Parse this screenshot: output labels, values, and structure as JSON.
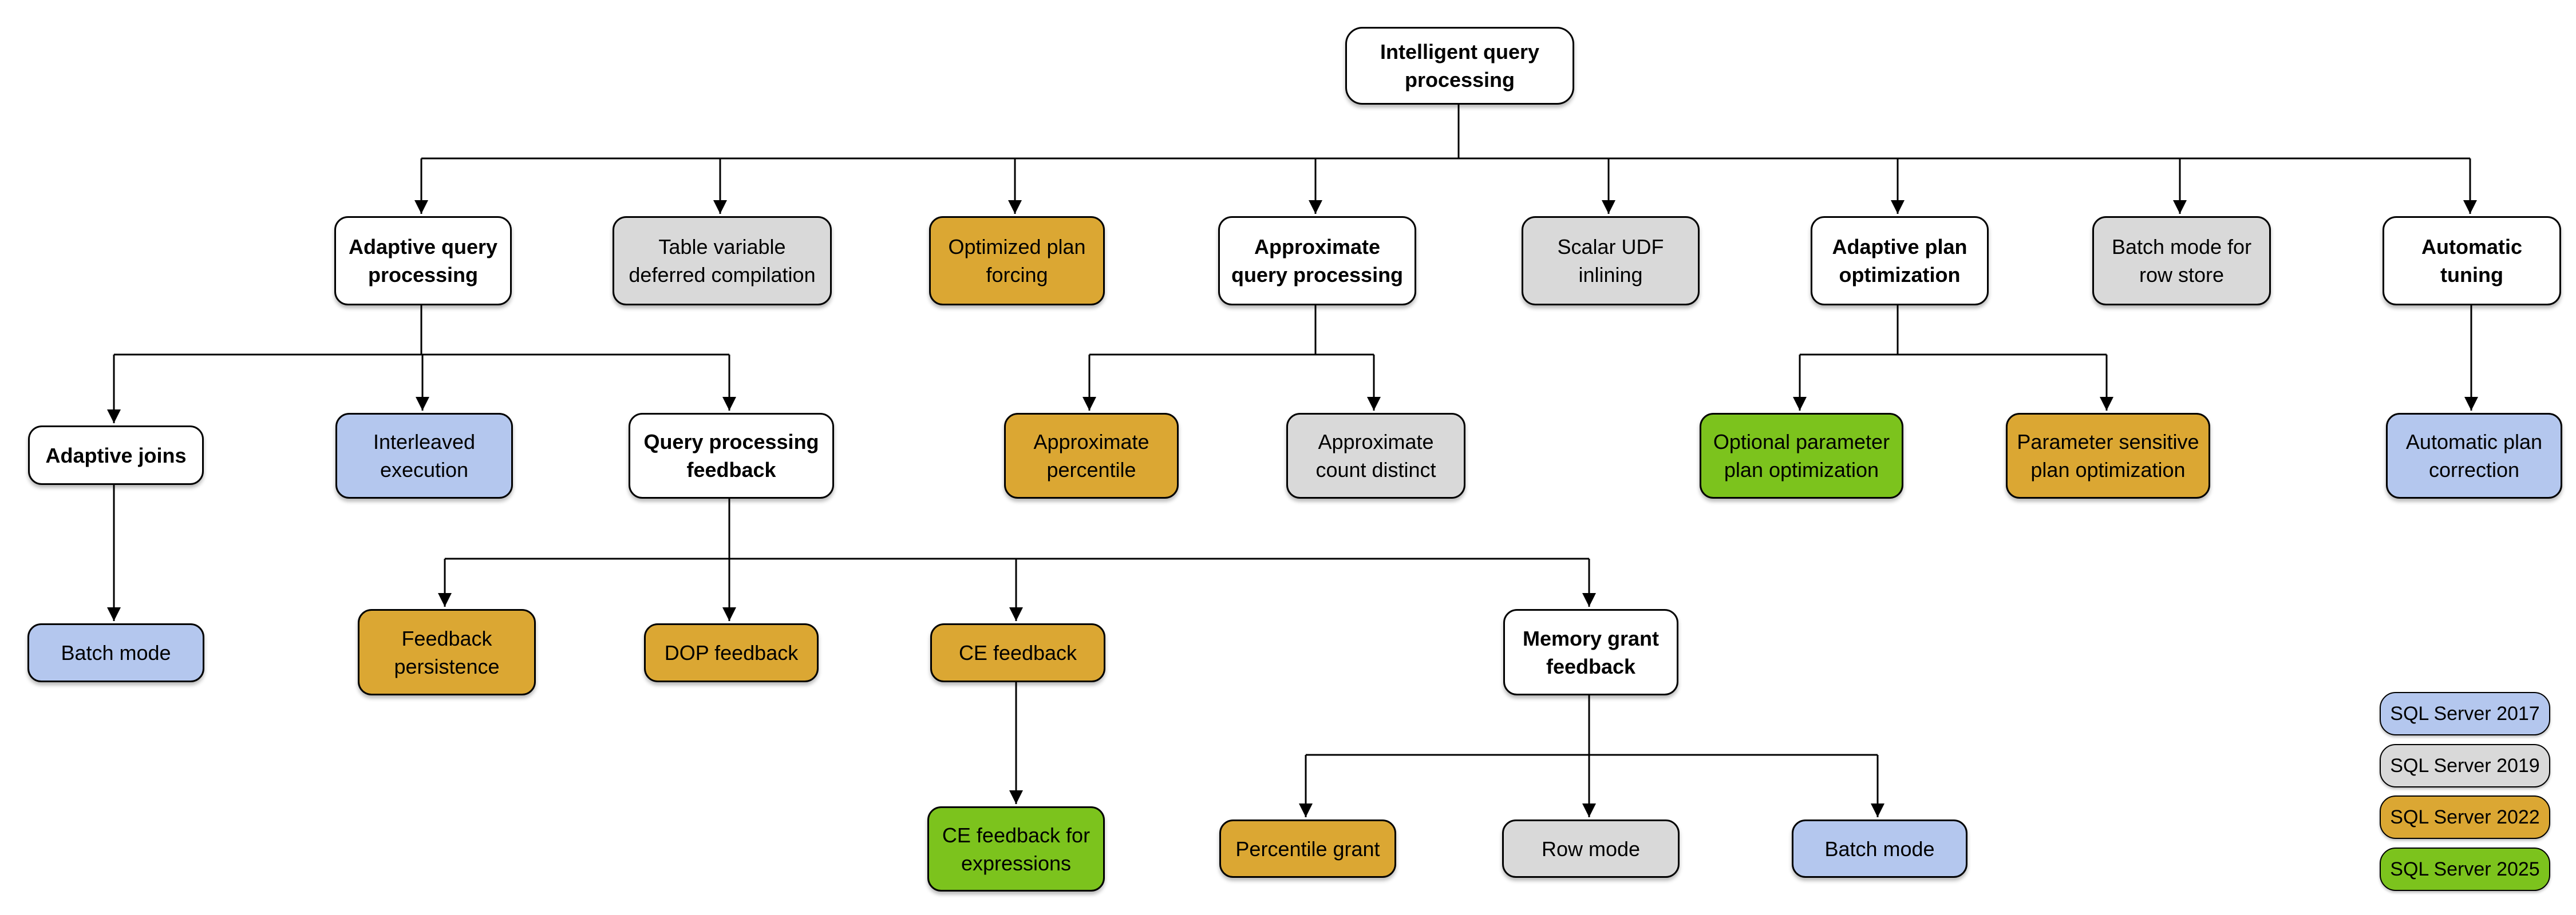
{
  "palette": {
    "sql2017_blue": "#B4C7EE",
    "sql2019_gray": "#D9D9D9",
    "sql2022_gold": "#DBA733",
    "sql2025_green": "#7CC31D",
    "category_white": "#FFFFFF",
    "border_black": "#000000"
  },
  "legend": [
    {
      "label": "SQL Server 2017",
      "color": "#B4C7EE"
    },
    {
      "label": "SQL Server 2019",
      "color": "#D9D9D9"
    },
    {
      "label": "SQL Server 2022",
      "color": "#DBA733"
    },
    {
      "label": "SQL Server 2025",
      "color": "#7CC31D"
    }
  ],
  "nodes": {
    "root": {
      "label": "Intelligent query\nprocessing",
      "color": "#FFFFFF"
    },
    "adaptive_query_processing": {
      "label": "Adaptive query\nprocessing",
      "color": "#FFFFFF"
    },
    "table_variable_deferred_compilation": {
      "label": "Table variable\ndeferred compilation",
      "color": "#D9D9D9"
    },
    "optimized_plan_forcing": {
      "label": "Optimized plan\nforcing",
      "color": "#DBA733"
    },
    "approximate_query_processing": {
      "label": "Approximate\nquery processing",
      "color": "#FFFFFF"
    },
    "scalar_udf_inlining": {
      "label": "Scalar UDF\ninlining",
      "color": "#D9D9D9"
    },
    "adaptive_plan_optimization": {
      "label": "Adaptive plan\noptimization",
      "color": "#FFFFFF"
    },
    "batch_mode_for_row_store": {
      "label": "Batch mode for\nrow store",
      "color": "#D9D9D9"
    },
    "automatic_tuning": {
      "label": "Automatic\ntuning",
      "color": "#FFFFFF"
    },
    "adaptive_joins": {
      "label": "Adaptive joins",
      "color": "#FFFFFF"
    },
    "interleaved_execution": {
      "label": "Interleaved\nexecution",
      "color": "#B4C7EE"
    },
    "query_processing_feedback": {
      "label": "Query processing\nfeedback",
      "color": "#FFFFFF"
    },
    "approximate_percentile": {
      "label": "Approximate\npercentile",
      "color": "#DBA733"
    },
    "approximate_count_distinct": {
      "label": "Approximate\ncount distinct",
      "color": "#D9D9D9"
    },
    "optional_parameter_plan_optimization": {
      "label": "Optional parameter\nplan optimization",
      "color": "#7CC31D"
    },
    "parameter_sensitive_plan_optimization": {
      "label": "Parameter sensitive\nplan optimization",
      "color": "#DBA733"
    },
    "automatic_plan_correction": {
      "label": "Automatic plan\ncorrection",
      "color": "#B4C7EE"
    },
    "batch_mode_adaptive_joins": {
      "label": "Batch mode",
      "color": "#B4C7EE"
    },
    "feedback_persistence": {
      "label": "Feedback\npersistence",
      "color": "#DBA733"
    },
    "dop_feedback": {
      "label": "DOP feedback",
      "color": "#DBA733"
    },
    "ce_feedback": {
      "label": "CE feedback",
      "color": "#DBA733"
    },
    "memory_grant_feedback": {
      "label": "Memory grant\nfeedback",
      "color": "#FFFFFF"
    },
    "ce_feedback_for_expressions": {
      "label": "CE feedback for\nexpressions",
      "color": "#7CC31D"
    },
    "percentile_grant": {
      "label": "Percentile grant",
      "color": "#DBA733"
    },
    "row_mode": {
      "label": "Row mode",
      "color": "#D9D9D9"
    },
    "batch_mode_memory_grant": {
      "label": "Batch mode",
      "color": "#B4C7EE"
    }
  }
}
